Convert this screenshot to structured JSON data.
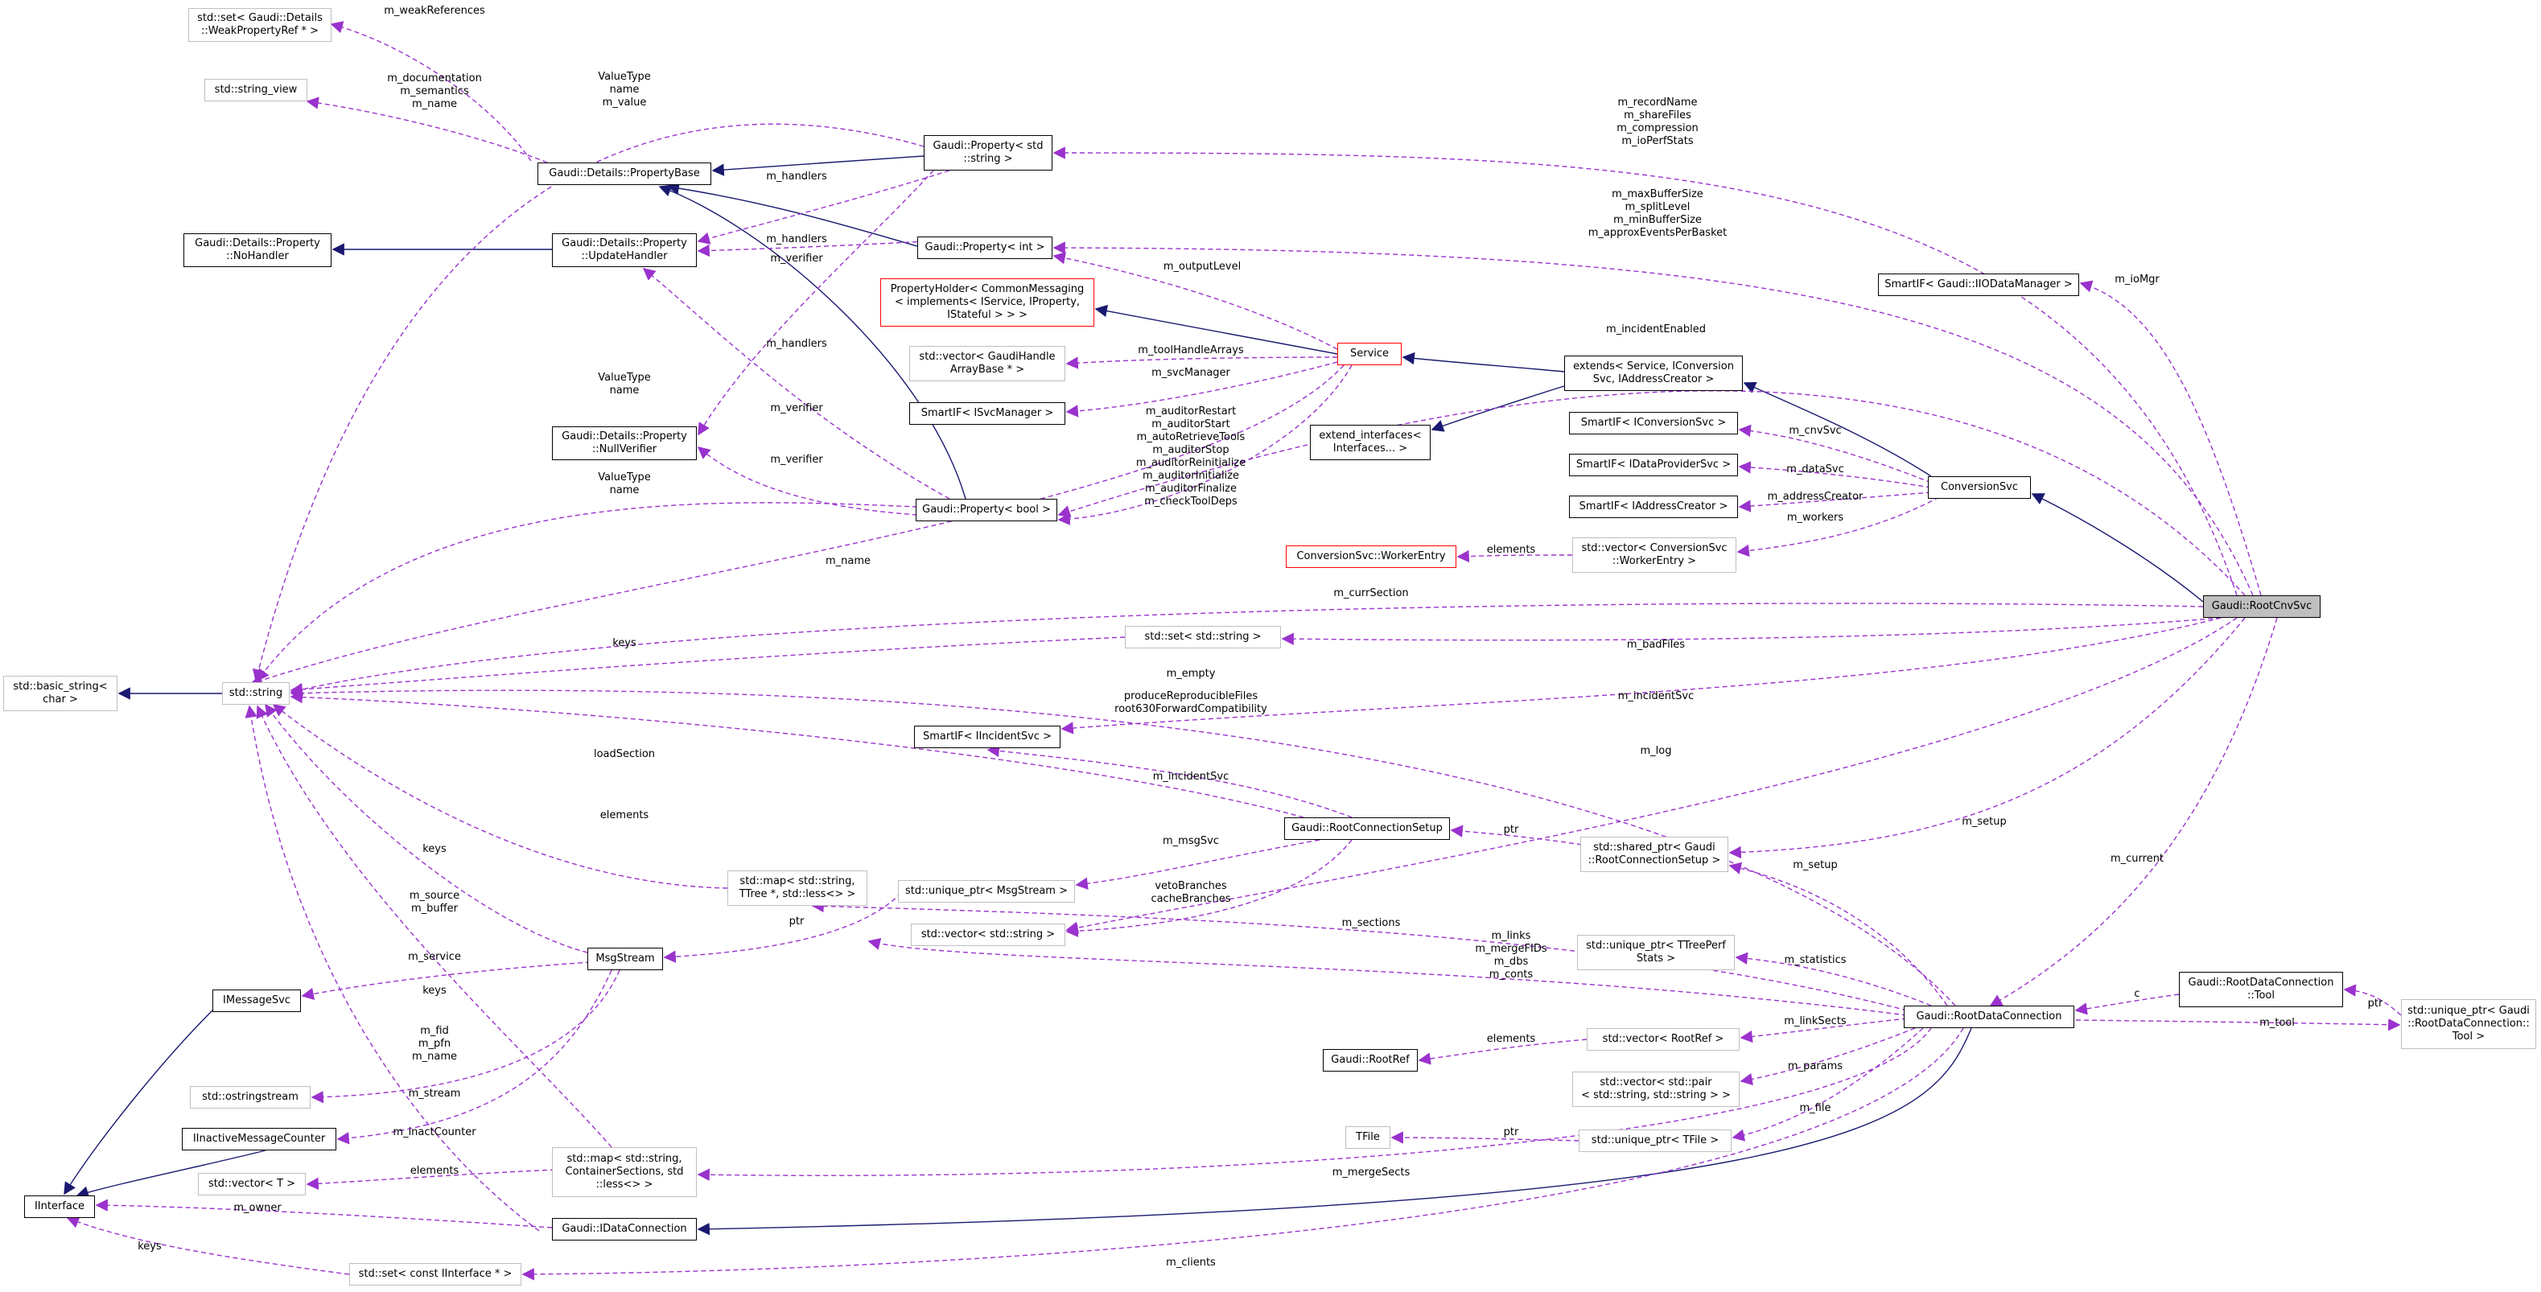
{
  "colors": {
    "usage": "#9a32cd",
    "inherit": "#191970",
    "ext_border": "#bfbfbf",
    "warn_border": "#ff0000",
    "focus_fill": "#bfbfbf"
  },
  "nodes": {
    "weak_property_ref": "std::set< Gaudi::Details\n::WeakPropertyRef * >",
    "string_view": "std::string_view",
    "property_base": "Gaudi::Details::PropertyBase",
    "property_string": "Gaudi::Property< std\n::string >",
    "no_handler": "Gaudi::Details::Property\n::NoHandler",
    "update_handler": "Gaudi::Details::Property\n::UpdateHandler",
    "property_int": "Gaudi::Property< int >",
    "property_holder": "PropertyHolder< CommonMessaging\n< implements< IService, IProperty,\nIStateful > > >",
    "vector_handle_array": "std::vector< GaudiHandle\nArrayBase * >",
    "smartif_isvcmanager": "SmartIF< ISvcManager >",
    "null_verifier": "Gaudi::Details::Property\n::NullVerifier",
    "service": "Service",
    "extends": "extends< Service, IConversion\nSvc, IAddressCreator >",
    "extend_interfaces": "extend_interfaces<\nInterfaces... >",
    "smartif_iodatamanager": "SmartIF< Gaudi::IIODataManager >",
    "smartif_iconversionsvc": "SmartIF< IConversionSvc >",
    "smartif_idataprovidersvc": "SmartIF< IDataProviderSvc >",
    "smartif_iaddresscreator": "SmartIF< IAddressCreator >",
    "conversion_svc": "ConversionSvc",
    "property_bool": "Gaudi::Property< bool >",
    "worker_entry": "ConversionSvc::WorkerEntry",
    "vector_worker_entry": "std::vector< ConversionSvc\n::WorkerEntry >",
    "root_cnv_svc": "Gaudi::RootCnvSvc",
    "basic_string": "std::basic_string<\nchar >",
    "std_string": "std::string",
    "set_string": "std::set< std::string >",
    "smartif_iincidentsvc": "SmartIF< IIncidentSvc >",
    "root_connection_setup": "Gaudi::RootConnectionSetup",
    "shared_ptr_setup": "std::shared_ptr< Gaudi\n::RootConnectionSetup >",
    "map_ttree": "std::map< std::string,\nTTree *, std::less<> >",
    "unique_ptr_msgstream": "std::unique_ptr< MsgStream >",
    "vector_string": "std::vector< std::string >",
    "msg_stream": "MsgStream",
    "imessage_svc": "IMessageSvc",
    "unique_ptr_ttreeperf": "std::unique_ptr< TTreePerf\nStats >",
    "root_data_connection": "Gaudi::RootDataConnection",
    "rdc_tool": "Gaudi::RootDataConnection\n::Tool",
    "unique_ptr_tool": "std::unique_ptr< Gaudi\n::RootDataConnection::\nTool >",
    "root_ref": "Gaudi::RootRef",
    "vector_rootref": "std::vector< RootRef >",
    "ostringstream": "std::ostringstream",
    "vector_pair": "std::vector< std::pair\n< std::string, std::string > >",
    "tfile": "TFile",
    "unique_ptr_tfile": "std::unique_ptr< TFile >",
    "inactive_counter": "IInactiveMessageCounter",
    "vector_t": "std::vector< T >",
    "map_container": "std::map< std::string,\nContainerSections, std\n::less<> >",
    "iinterface": "IInterface",
    "idata_connection": "Gaudi::IDataConnection",
    "set_iinterface": "std::set< const IInterface * >"
  },
  "edge_labels": {
    "m_weak_references": "m_weakReferences",
    "m_documentation": "m_documentation\nm_semantics\nm_name",
    "valuetype_name_value": "ValueType\nname\nm_value",
    "m_handlers_1": "m_handlers",
    "m_handlers_2": "m_handlers",
    "m_handlers_3": "m_handlers",
    "m_verifier_1": "m_verifier",
    "m_verifier_2": "m_verifier",
    "m_verifier_3": "m_verifier",
    "valuetype_name_1": "ValueType\nname",
    "valuetype_name_2": "ValueType\nname",
    "m_record_name": "m_recordName\nm_shareFiles\nm_compression\nm_ioPerfStats",
    "m_max_buffer": "m_maxBufferSize\nm_splitLevel\nm_minBufferSize\nm_approxEventsPerBasket",
    "m_output_level": "m_outputLevel",
    "m_tool_handle_arrays": "m_toolHandleArrays",
    "m_svc_manager": "m_svcManager",
    "m_auditor": "m_auditorRestart\nm_auditorStart\nm_autoRetrieveTools\nm_auditorStop\nm_auditorReinitialize\nm_auditorInitialize\nm_auditorFinalize\nm_checkToolDeps",
    "m_io_mgr": "m_ioMgr",
    "m_incident_enabled": "m_incidentEnabled",
    "m_cnv_svc": "m_cnvSvc",
    "m_data_svc": "m_dataSvc",
    "m_address_creator": "m_addressCreator",
    "m_workers": "m_workers",
    "elements_1": "elements",
    "m_name_1": "m_name",
    "m_curr_section": "m_currSection",
    "keys_1": "keys",
    "m_bad_files": "m_badFiles",
    "m_empty": "m_empty",
    "produce_reproducible": "produceReproducibleFiles\nroot630ForwardCompatibility",
    "m_incident_svc_1": "m_incidentSvc",
    "m_log": "m_log",
    "load_section": "loadSection",
    "m_incident_svc_2": "m_incidentSvc",
    "elements_2": "elements",
    "ptr_1": "ptr",
    "m_setup_1": "m_setup",
    "m_current": "m_current",
    "keys_2": "keys",
    "m_msg_svc": "m_msgSvc",
    "m_setup_2": "m_setup",
    "veto_branches": "vetoBranches\ncacheBranches",
    "m_source": "m_source\nm_buffer",
    "ptr_2": "ptr",
    "m_sections": "m_sections",
    "m_links": "m_links\nm_mergeFIDs\nm_dbs\nm_conts",
    "m_statistics": "m_statistics",
    "m_service": "m_service",
    "keys_3": "keys",
    "c": "c",
    "ptr_3": "ptr",
    "m_tool": "m_tool",
    "elements_3": "elements",
    "m_link_sects": "m_linkSects",
    "m_fid": "m_fid\nm_pfn\nm_name",
    "m_params": "m_params",
    "m_file": "m_file",
    "m_stream": "m_stream",
    "ptr_4": "ptr",
    "m_inact_counter": "m_inactCounter",
    "elements_4": "elements",
    "m_merge_sects": "m_mergeSects",
    "m_owner": "m_owner",
    "keys_4": "keys",
    "m_clients": "m_clients"
  }
}
